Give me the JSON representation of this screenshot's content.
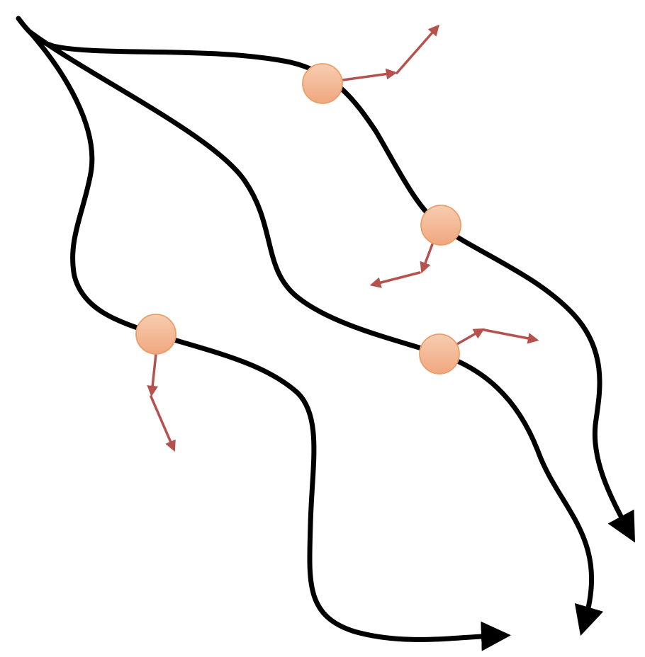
{
  "diagram": {
    "description_text": "",
    "trajectory_count": 4,
    "particle_count": 4,
    "colors": {
      "background": "#ffffff",
      "trajectory": "#000000",
      "vector_arrow": "#b5524d",
      "particle_fill_top": "#f7cdb0",
      "particle_fill_bottom": "#f0a77f",
      "particle_stroke": "#e8a06a"
    },
    "trajectories": [
      {
        "name": "trajectory-top",
        "arrowhead": "none"
      },
      {
        "name": "trajectory-upper-middle",
        "arrowhead": "end"
      },
      {
        "name": "trajectory-lower-middle",
        "arrowhead": "end"
      },
      {
        "name": "trajectory-left",
        "arrowhead": "end"
      }
    ],
    "particles": [
      {
        "name": "particle-1",
        "on_trajectory": "trajectory-top",
        "arrows": 2
      },
      {
        "name": "particle-2",
        "on_trajectory": "trajectory-top",
        "arrows": 2
      },
      {
        "name": "particle-3",
        "on_trajectory": "trajectory-lower-middle",
        "arrows": 2
      },
      {
        "name": "particle-4",
        "on_trajectory": "trajectory-left",
        "arrows": 2
      }
    ]
  }
}
